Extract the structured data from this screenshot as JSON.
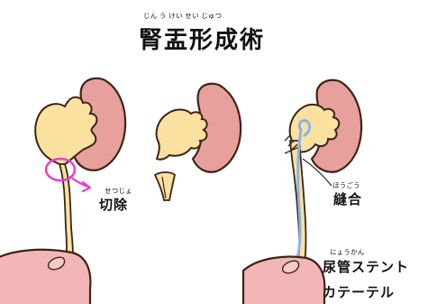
{
  "title": {
    "text": "腎盂形成術",
    "reading": "じん う けい せい じゅつ"
  },
  "labels": {
    "excision": {
      "text": "切除",
      "reading": "せつじょ"
    },
    "suture": {
      "text": "縫合",
      "reading": "ほうごう"
    },
    "stent": {
      "line1": "尿管ステント",
      "line2": "カテーテル",
      "reading": "にょうかん"
    }
  },
  "colors": {
    "kidney": "#e8a09c",
    "kidney_outline": "#3c2418",
    "pelvis": "#fbe19f",
    "stent": "#8ab4e6",
    "highlight": "#e83fc8",
    "bladder": "#f2b6b6",
    "ink": "#111111"
  }
}
